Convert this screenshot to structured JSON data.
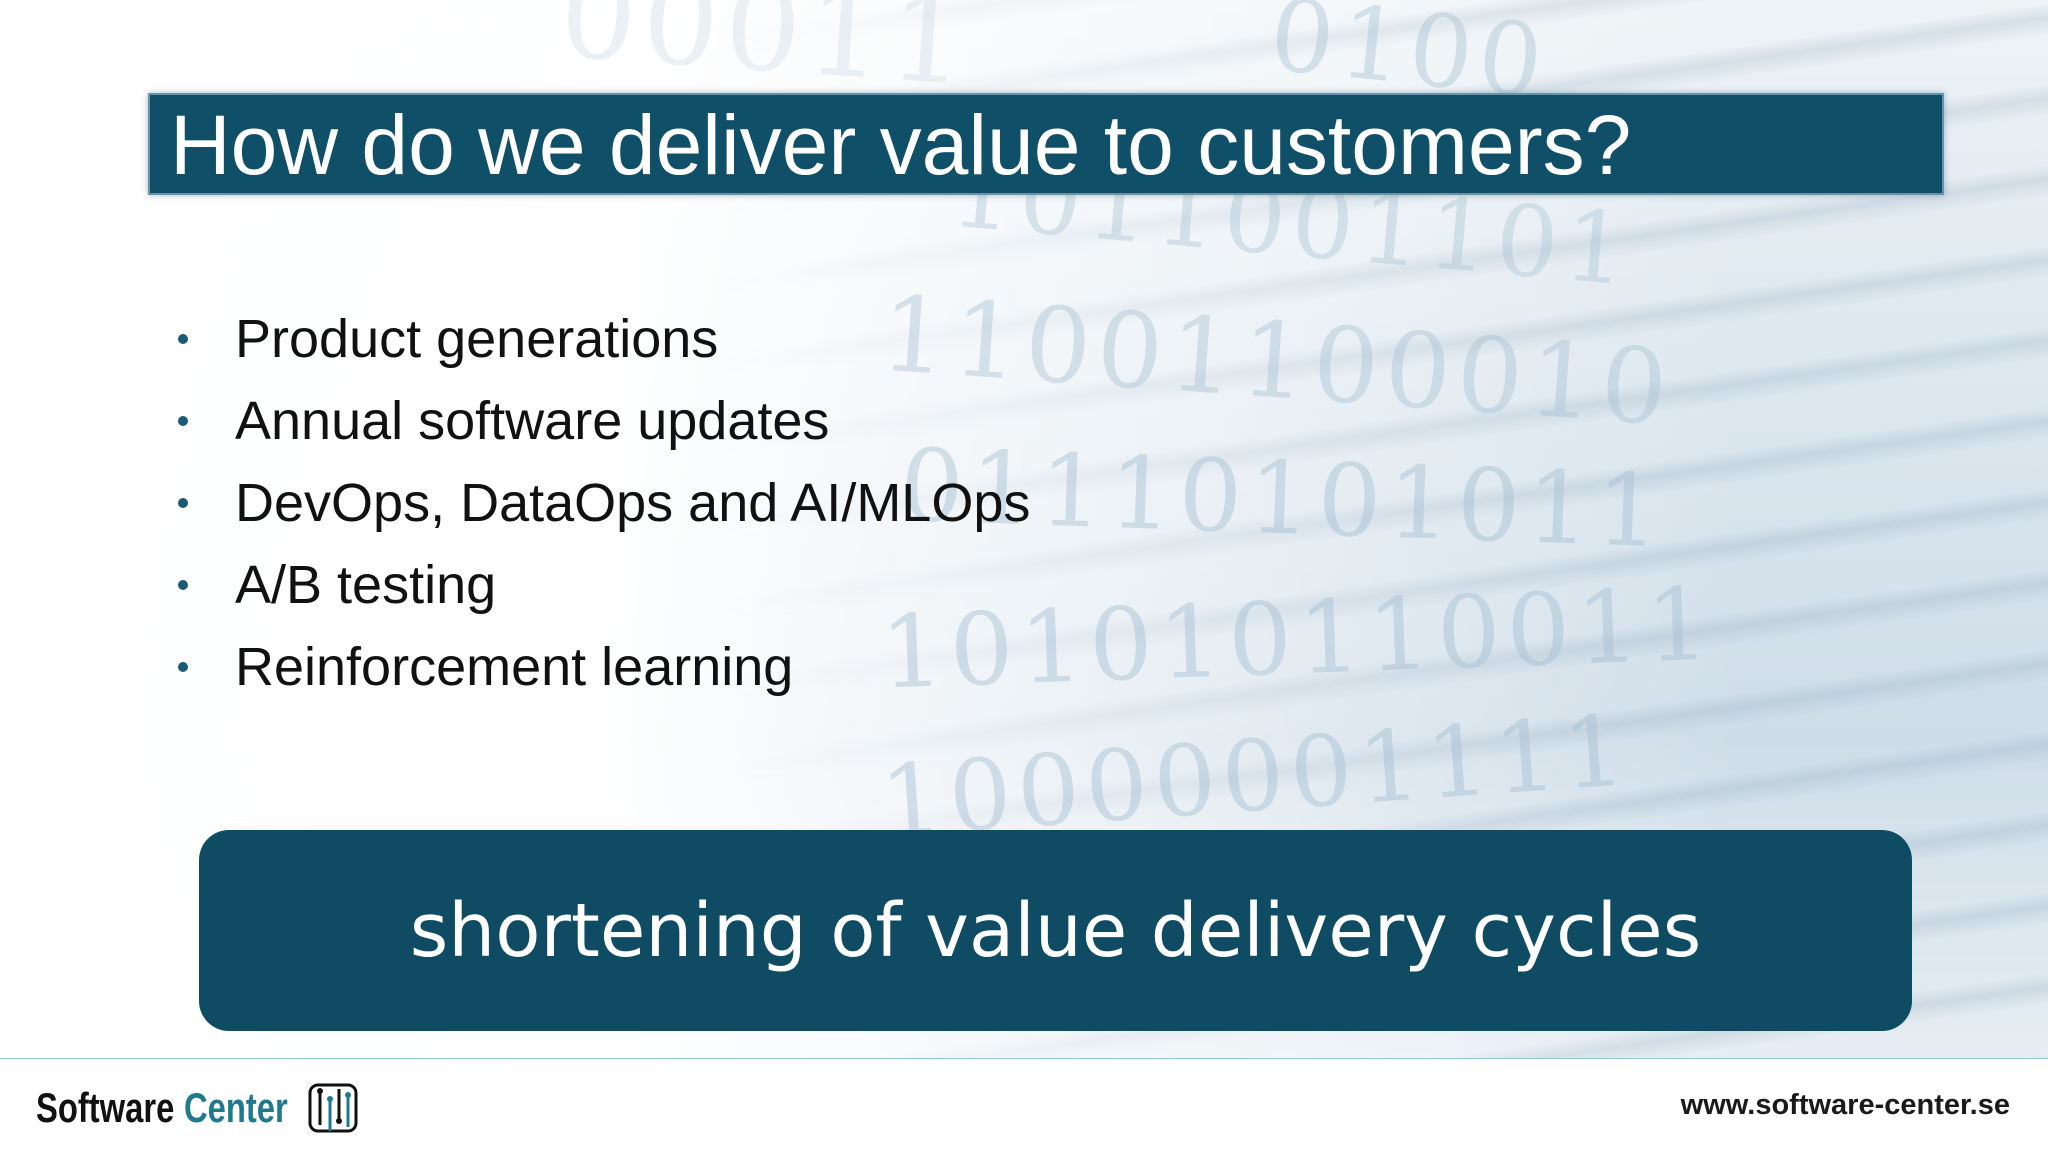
{
  "slide": {
    "title": "How do we deliver value to customers?",
    "bullets": [
      "Product generations",
      "Annual software updates",
      "DevOps, DataOps and AI/MLOps",
      "A/B testing",
      "Reinforcement learning"
    ],
    "callout": "shortening of value delivery cycles"
  },
  "footer": {
    "logo_word1": "Software",
    "logo_word2": "Center",
    "url": "www.software-center.se"
  },
  "colors": {
    "title_bg": "#0f5068",
    "callout_bg": "#0f4c64",
    "bullet_dot": "#1a5a78",
    "logo_accent": "#1e7a8c"
  },
  "icons": {
    "logo": "circuit-board-icon"
  }
}
